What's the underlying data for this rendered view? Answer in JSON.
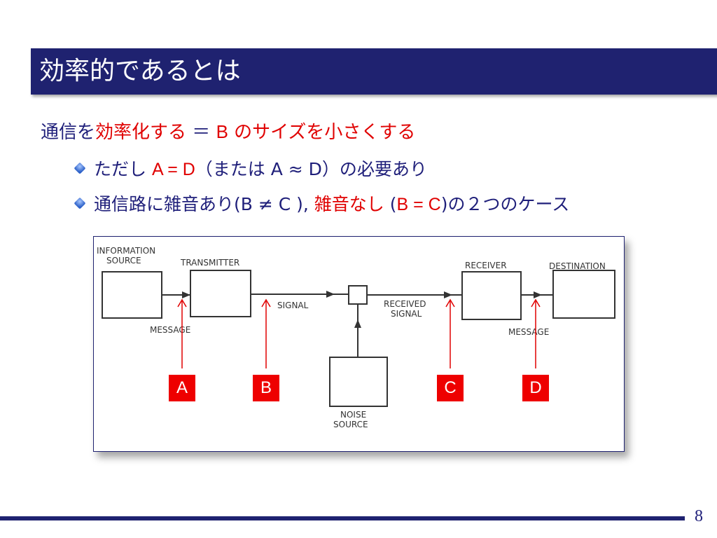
{
  "title": "効率的であるとは",
  "line1": {
    "part1": "通信を",
    "part2": "効率化する",
    "part3": " ＝ ",
    "part4": "B",
    "part5": " のサイズを小さくする"
  },
  "bullet1": {
    "part1": "ただし ",
    "part2": "A = D",
    "part3": "（または A ≈ D）の必要あり"
  },
  "bullet2": {
    "part1": "通信路に雑音あり(B ≠ C ), ",
    "part2": "雑音なし",
    "part3": " (",
    "part4": "B = C",
    "part5": ")の２つのケース"
  },
  "diagram": {
    "information_source": [
      "INFORMATION",
      "SOURCE"
    ],
    "transmitter": "TRANSMITTER",
    "message_left": "MESSAGE",
    "signal": "SIGNAL",
    "received_signal": [
      "RECEIVED",
      "SIGNAL"
    ],
    "receiver": "RECEIVER",
    "destination": "DESTINATION",
    "message_right": "MESSAGE",
    "noise_source": [
      "NOISE",
      "SOURCE"
    ],
    "markers": [
      "A",
      "B",
      "C",
      "D"
    ]
  },
  "page_number": "8",
  "colors": {
    "navy": "#1f2270",
    "red": "#e00000"
  }
}
